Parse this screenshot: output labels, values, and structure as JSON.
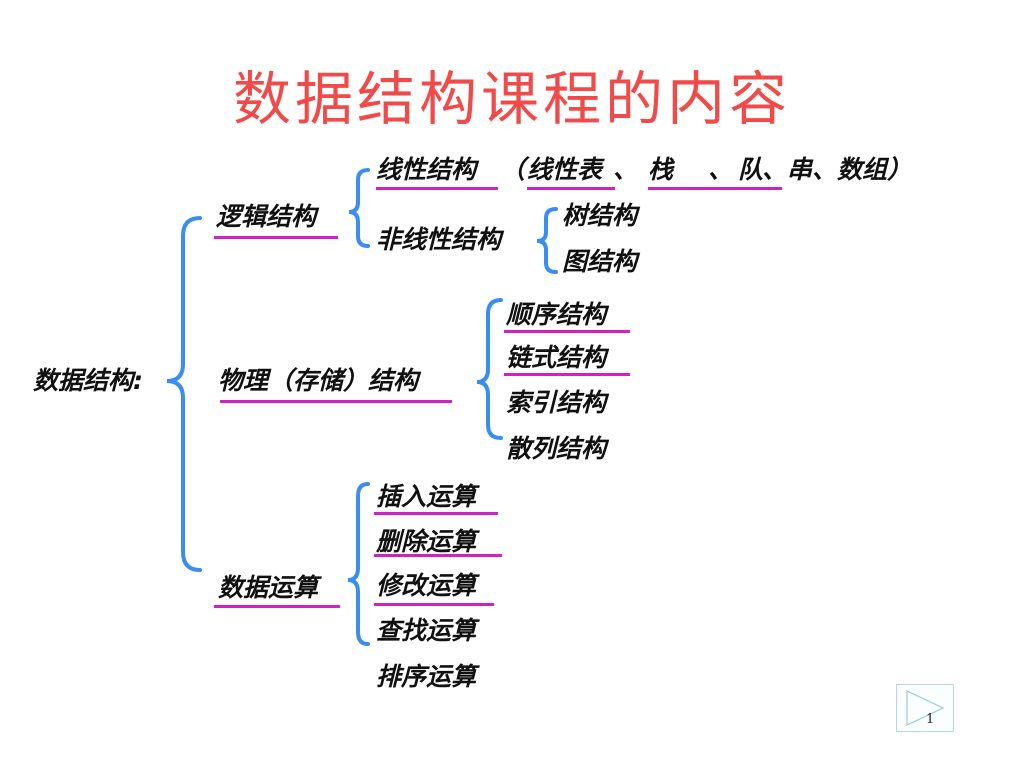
{
  "title": "数据结构课程的内容",
  "root": "数据结构:",
  "logical": {
    "label": "逻辑结构",
    "linear": {
      "label": "线性结构",
      "open_paren": "（",
      "list": "线性表",
      "sep1": "、",
      "stack": "栈",
      "sep2": "、",
      "queue": "队",
      "rest": "、串、数组）"
    },
    "nonlinear": {
      "label": "非线性结构",
      "items": [
        "树结构",
        "图结构"
      ]
    }
  },
  "physical": {
    "label": "物理（存储）结构",
    "items": [
      "顺序结构",
      "链式结构",
      "索引结构",
      "散列结构"
    ]
  },
  "operations": {
    "label": "数据运算",
    "items": [
      "插入运算",
      "删除运算",
      "修改运算",
      "查找运算",
      "排序运算"
    ]
  },
  "nav": {
    "page_number": "1"
  },
  "colors": {
    "title": "#f24a48",
    "brace": "#3a8ef0",
    "underline": "#d21fc8",
    "text": "#111111"
  }
}
